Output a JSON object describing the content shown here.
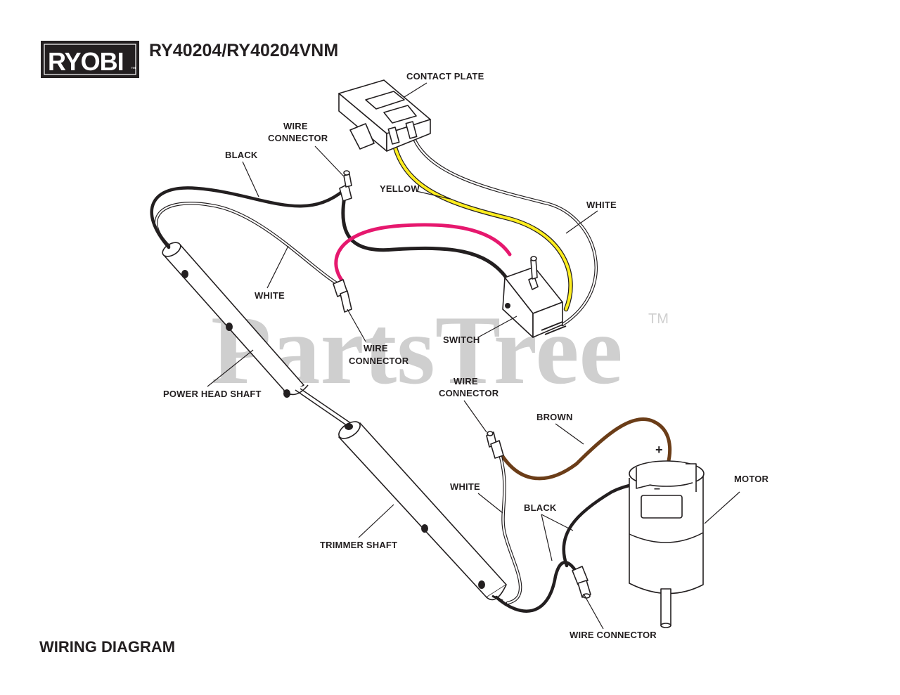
{
  "brand": {
    "logo_text": "RYOBI",
    "trademark": "™"
  },
  "model": "RY40204/RY40204VNM",
  "footer_title": "WIRING DIAGRAM",
  "watermark": {
    "text": "PartsTree",
    "tm": "TM"
  },
  "labels": {
    "contact_plate": "CONTACT PLATE",
    "wire_connector_top_1": "WIRE",
    "wire_connector_top_2": "CONNECTOR",
    "black_top": "BLACK",
    "yellow": "YELLOW",
    "white_right": "WHITE",
    "white_left": "WHITE",
    "wire_connector_mid_1": "WIRE",
    "wire_connector_mid_2": "CONNECTOR",
    "switch": "SWITCH",
    "power_head_shaft": "POWER HEAD SHAFT",
    "wire_connector_motor_1": "WIRE",
    "wire_connector_motor_2": "CONNECTOR",
    "brown": "BROWN",
    "motor": "MOTOR",
    "white_bottom": "WHITE",
    "black_bottom": "BLACK",
    "trimmer_shaft": "TRIMMER SHAFT",
    "wire_connector_bottom": "WIRE CONNECTOR",
    "plus": "+",
    "minus": "–"
  },
  "colors": {
    "black_wire": "#231f20",
    "yellow_wire": "#ffee1f",
    "red_wire": "#e6186e",
    "brown_wire": "#6b3d18",
    "watermark": "#cfcfcf"
  }
}
